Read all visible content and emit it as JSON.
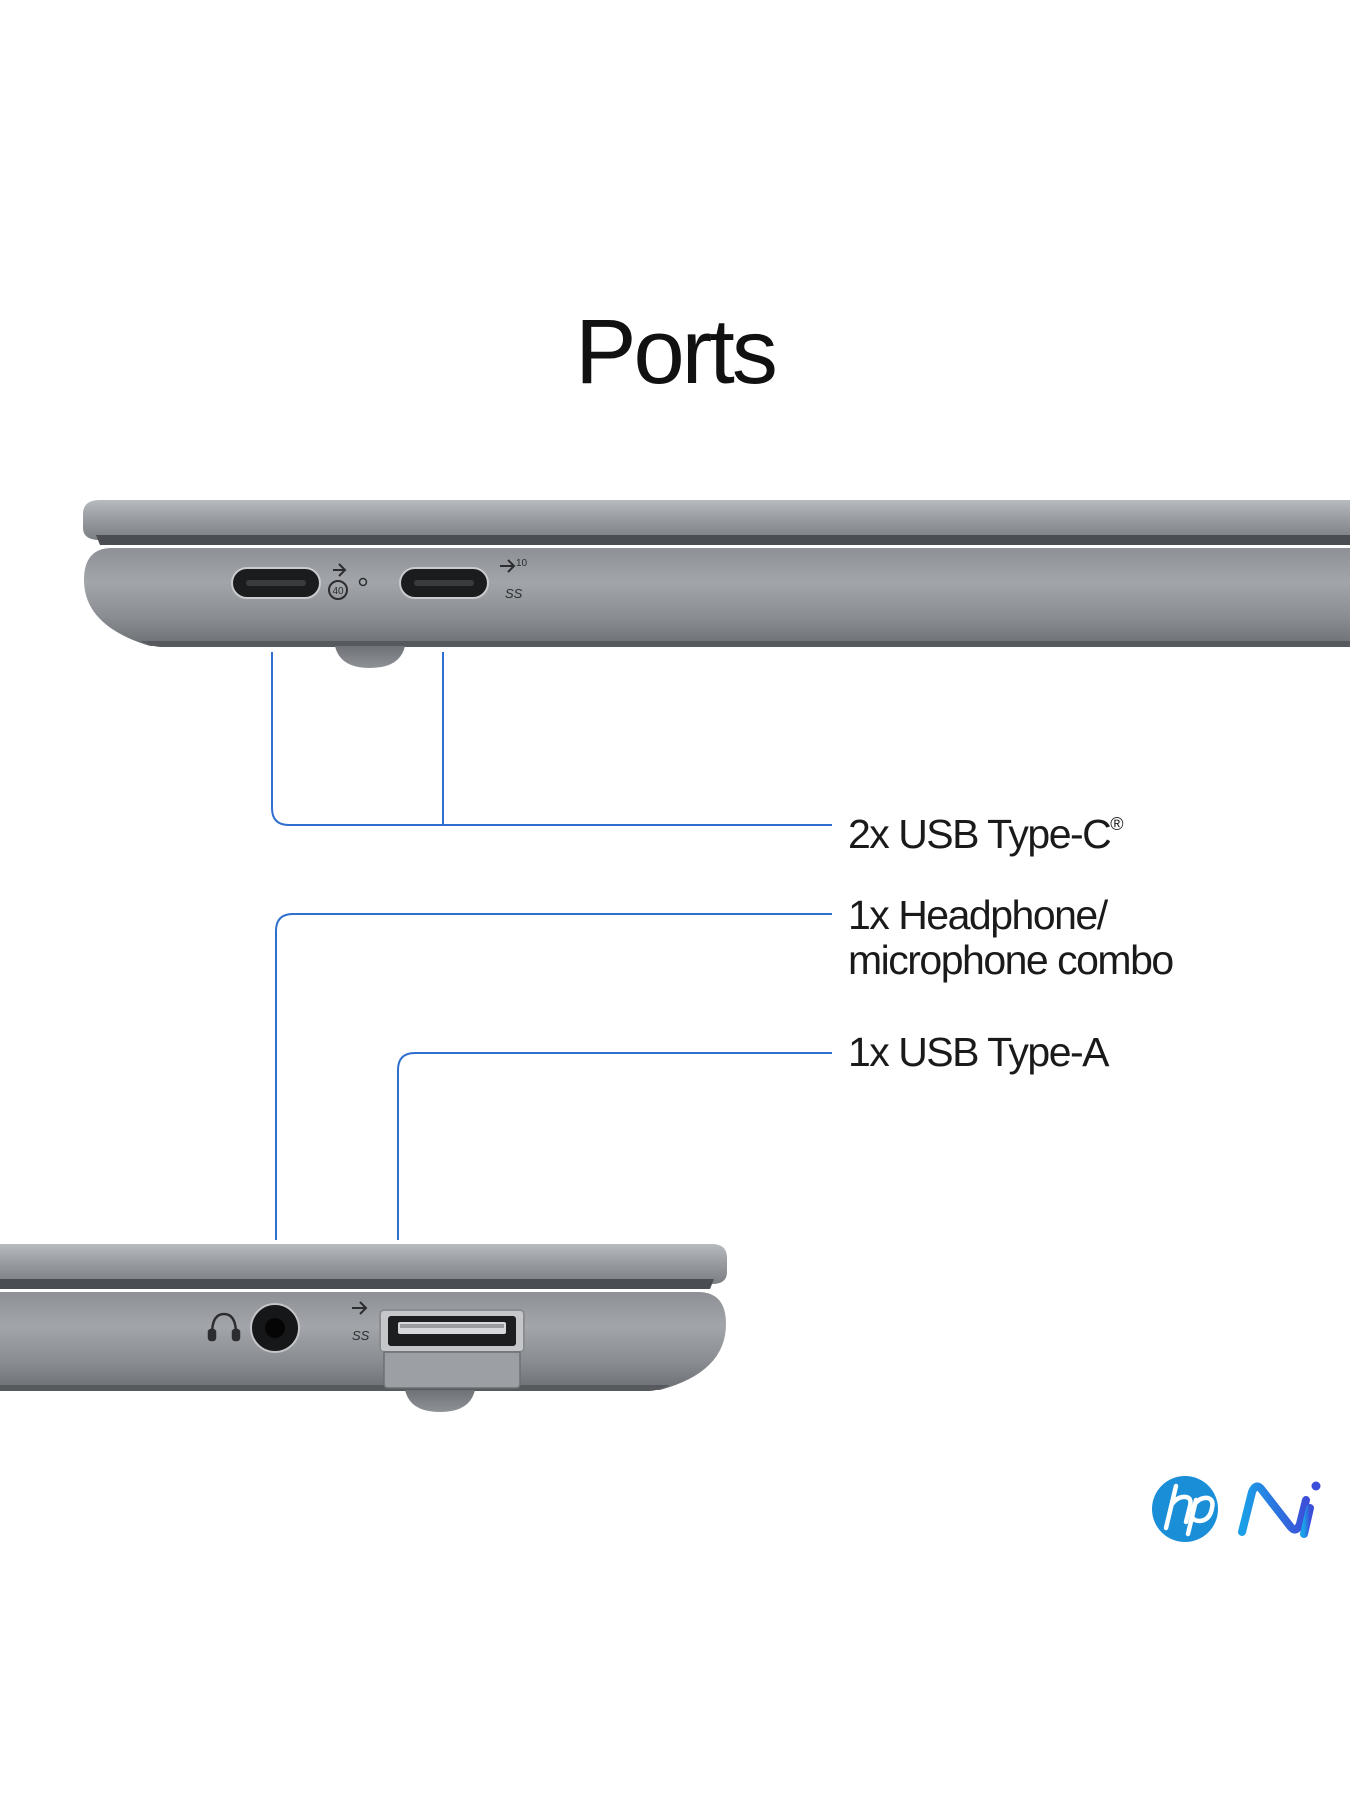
{
  "title": "Ports",
  "labels": {
    "usb_c": {
      "text": "2x USB Type-C",
      "mark": "®"
    },
    "headphone": {
      "line1": "1x Headphone/",
      "line2": "microphone combo"
    },
    "usb_a": "1x USB Type-A"
  },
  "port_markings": {
    "usb_c_left_speed": "40",
    "usb_c_right_prefix": "SS",
    "usb_c_right_speed": "10",
    "usb_a_prefix": "SS"
  },
  "icons": [
    "usb-c-port-icon",
    "usb-symbol-icon",
    "led-indicator-icon",
    "headphone-icon",
    "audio-jack-icon",
    "usb-a-port-icon",
    "hp-logo-icon",
    "ai-logo-icon"
  ],
  "colors": {
    "callout_line": "#2f6fd0",
    "chassis_light": "#a3a6ab",
    "chassis_dark": "#5f6267",
    "port_black": "#111111",
    "hp_blue": "#1a8fd8",
    "ai_gradient_start": "#1aa0e8",
    "ai_gradient_end": "#3c4fd8"
  }
}
